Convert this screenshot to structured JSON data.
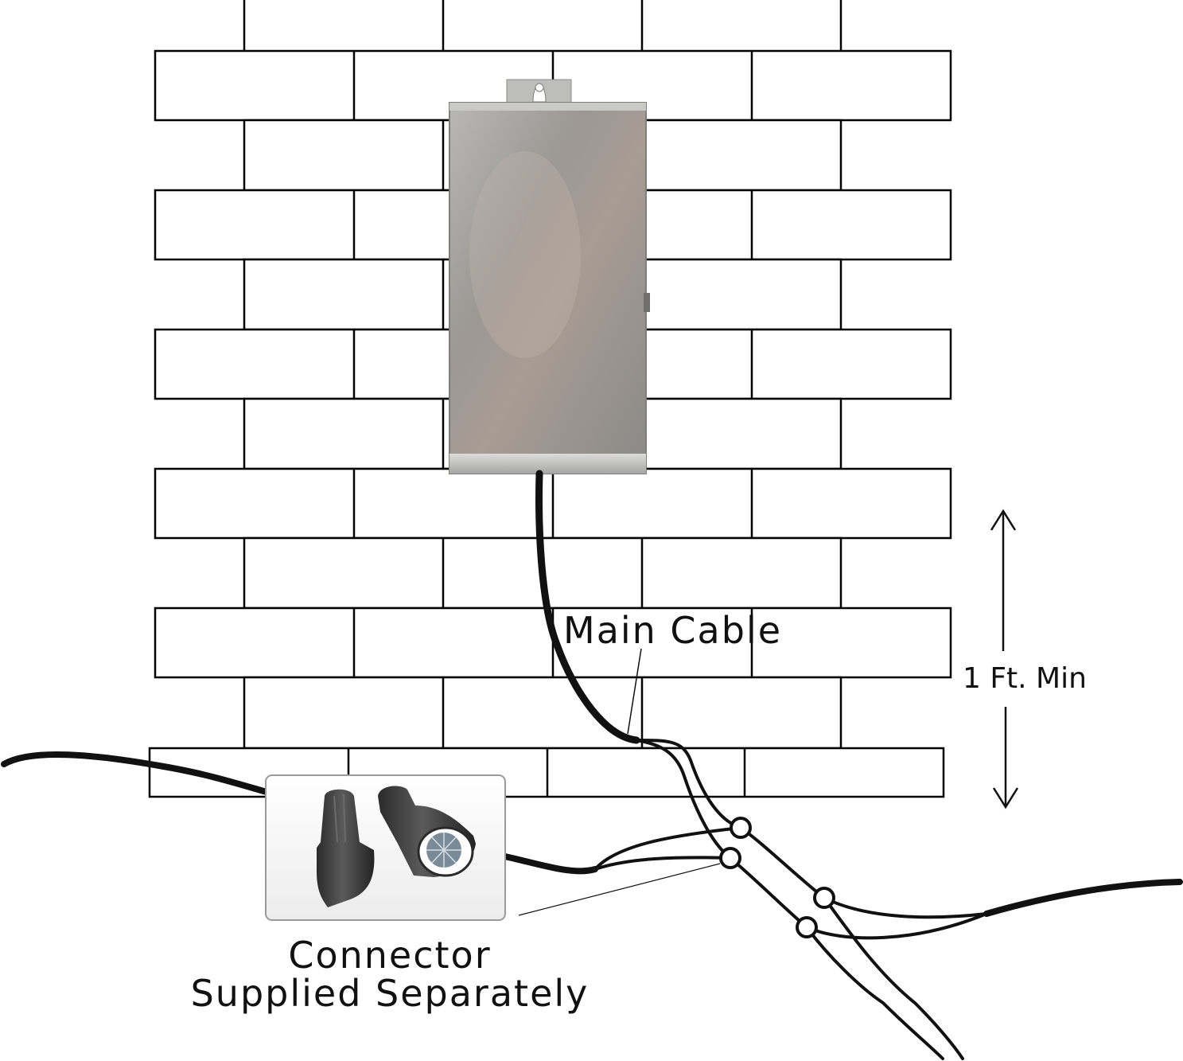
{
  "labels": {
    "main_cable": "Main Cable",
    "clearance": "1 Ft. Min",
    "connector_line1": "Connector",
    "connector_line2": "Supplied Separately"
  },
  "colors": {
    "background": "#ffffff",
    "brick_stroke": "#000000",
    "cable": "#111111",
    "box_light": "#cfcfcc",
    "box_dark": "#8f8f8c",
    "connector_body": "#3a3a3a",
    "inset_border": "#9a9a9a"
  },
  "icons": {
    "transformer": "stainless-transformer-box",
    "connector": "wire-nut-connector-icon",
    "arrow_up": "arrow-up-icon",
    "arrow_down": "arrow-down-icon"
  }
}
